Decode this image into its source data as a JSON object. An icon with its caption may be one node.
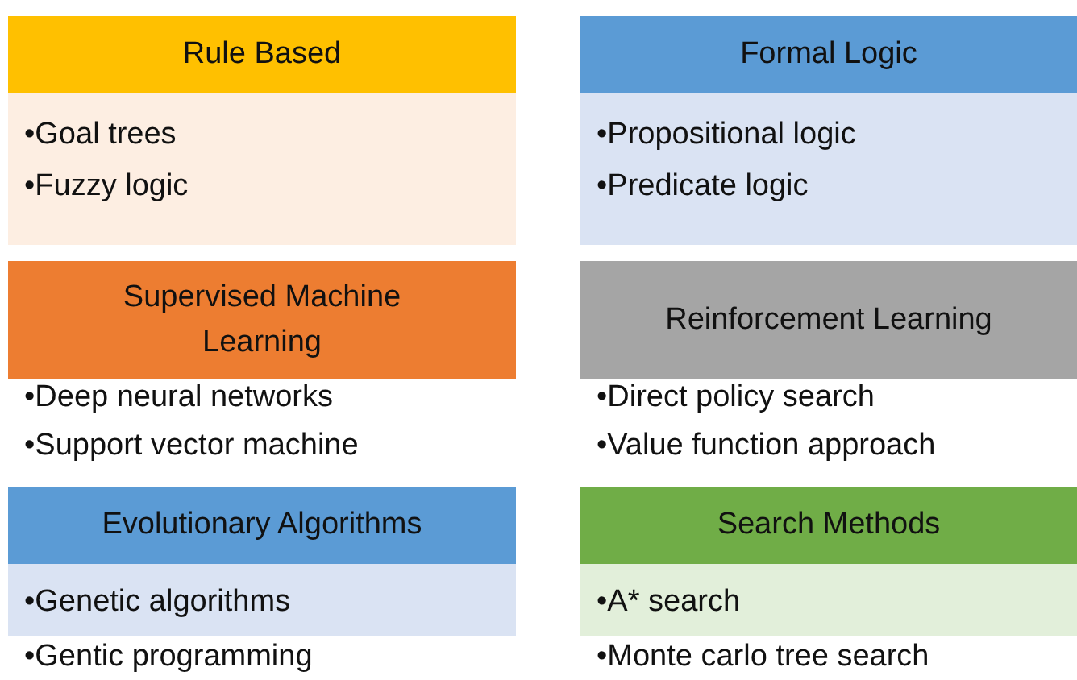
{
  "diagram": {
    "nodes": [
      {
        "text": [
          "Rule Based",
          "•Goal trees",
          "•Fuzzy logic"
        ]
      },
      {
        "text": [
          "Formal Logic",
          "•Propositional logic",
          "•Predicate logic"
        ]
      },
      {
        "text": [
          "Supervised Machine Learning",
          "•Deep neural networks",
          "•Support vector machine"
        ]
      },
      {
        "text": [
          "Reinforcement Learning",
          "•Direct policy search",
          "•Value function approach"
        ]
      },
      {
        "text": [
          "Evolutionary Algorithms",
          "•Genetic algorithms",
          "•Gentic programming"
        ]
      },
      {
        "text": [
          "Search Methods",
          "•A* search",
          "•Monte carlo tree search"
        ]
      }
    ],
    "edges": []
  }
}
